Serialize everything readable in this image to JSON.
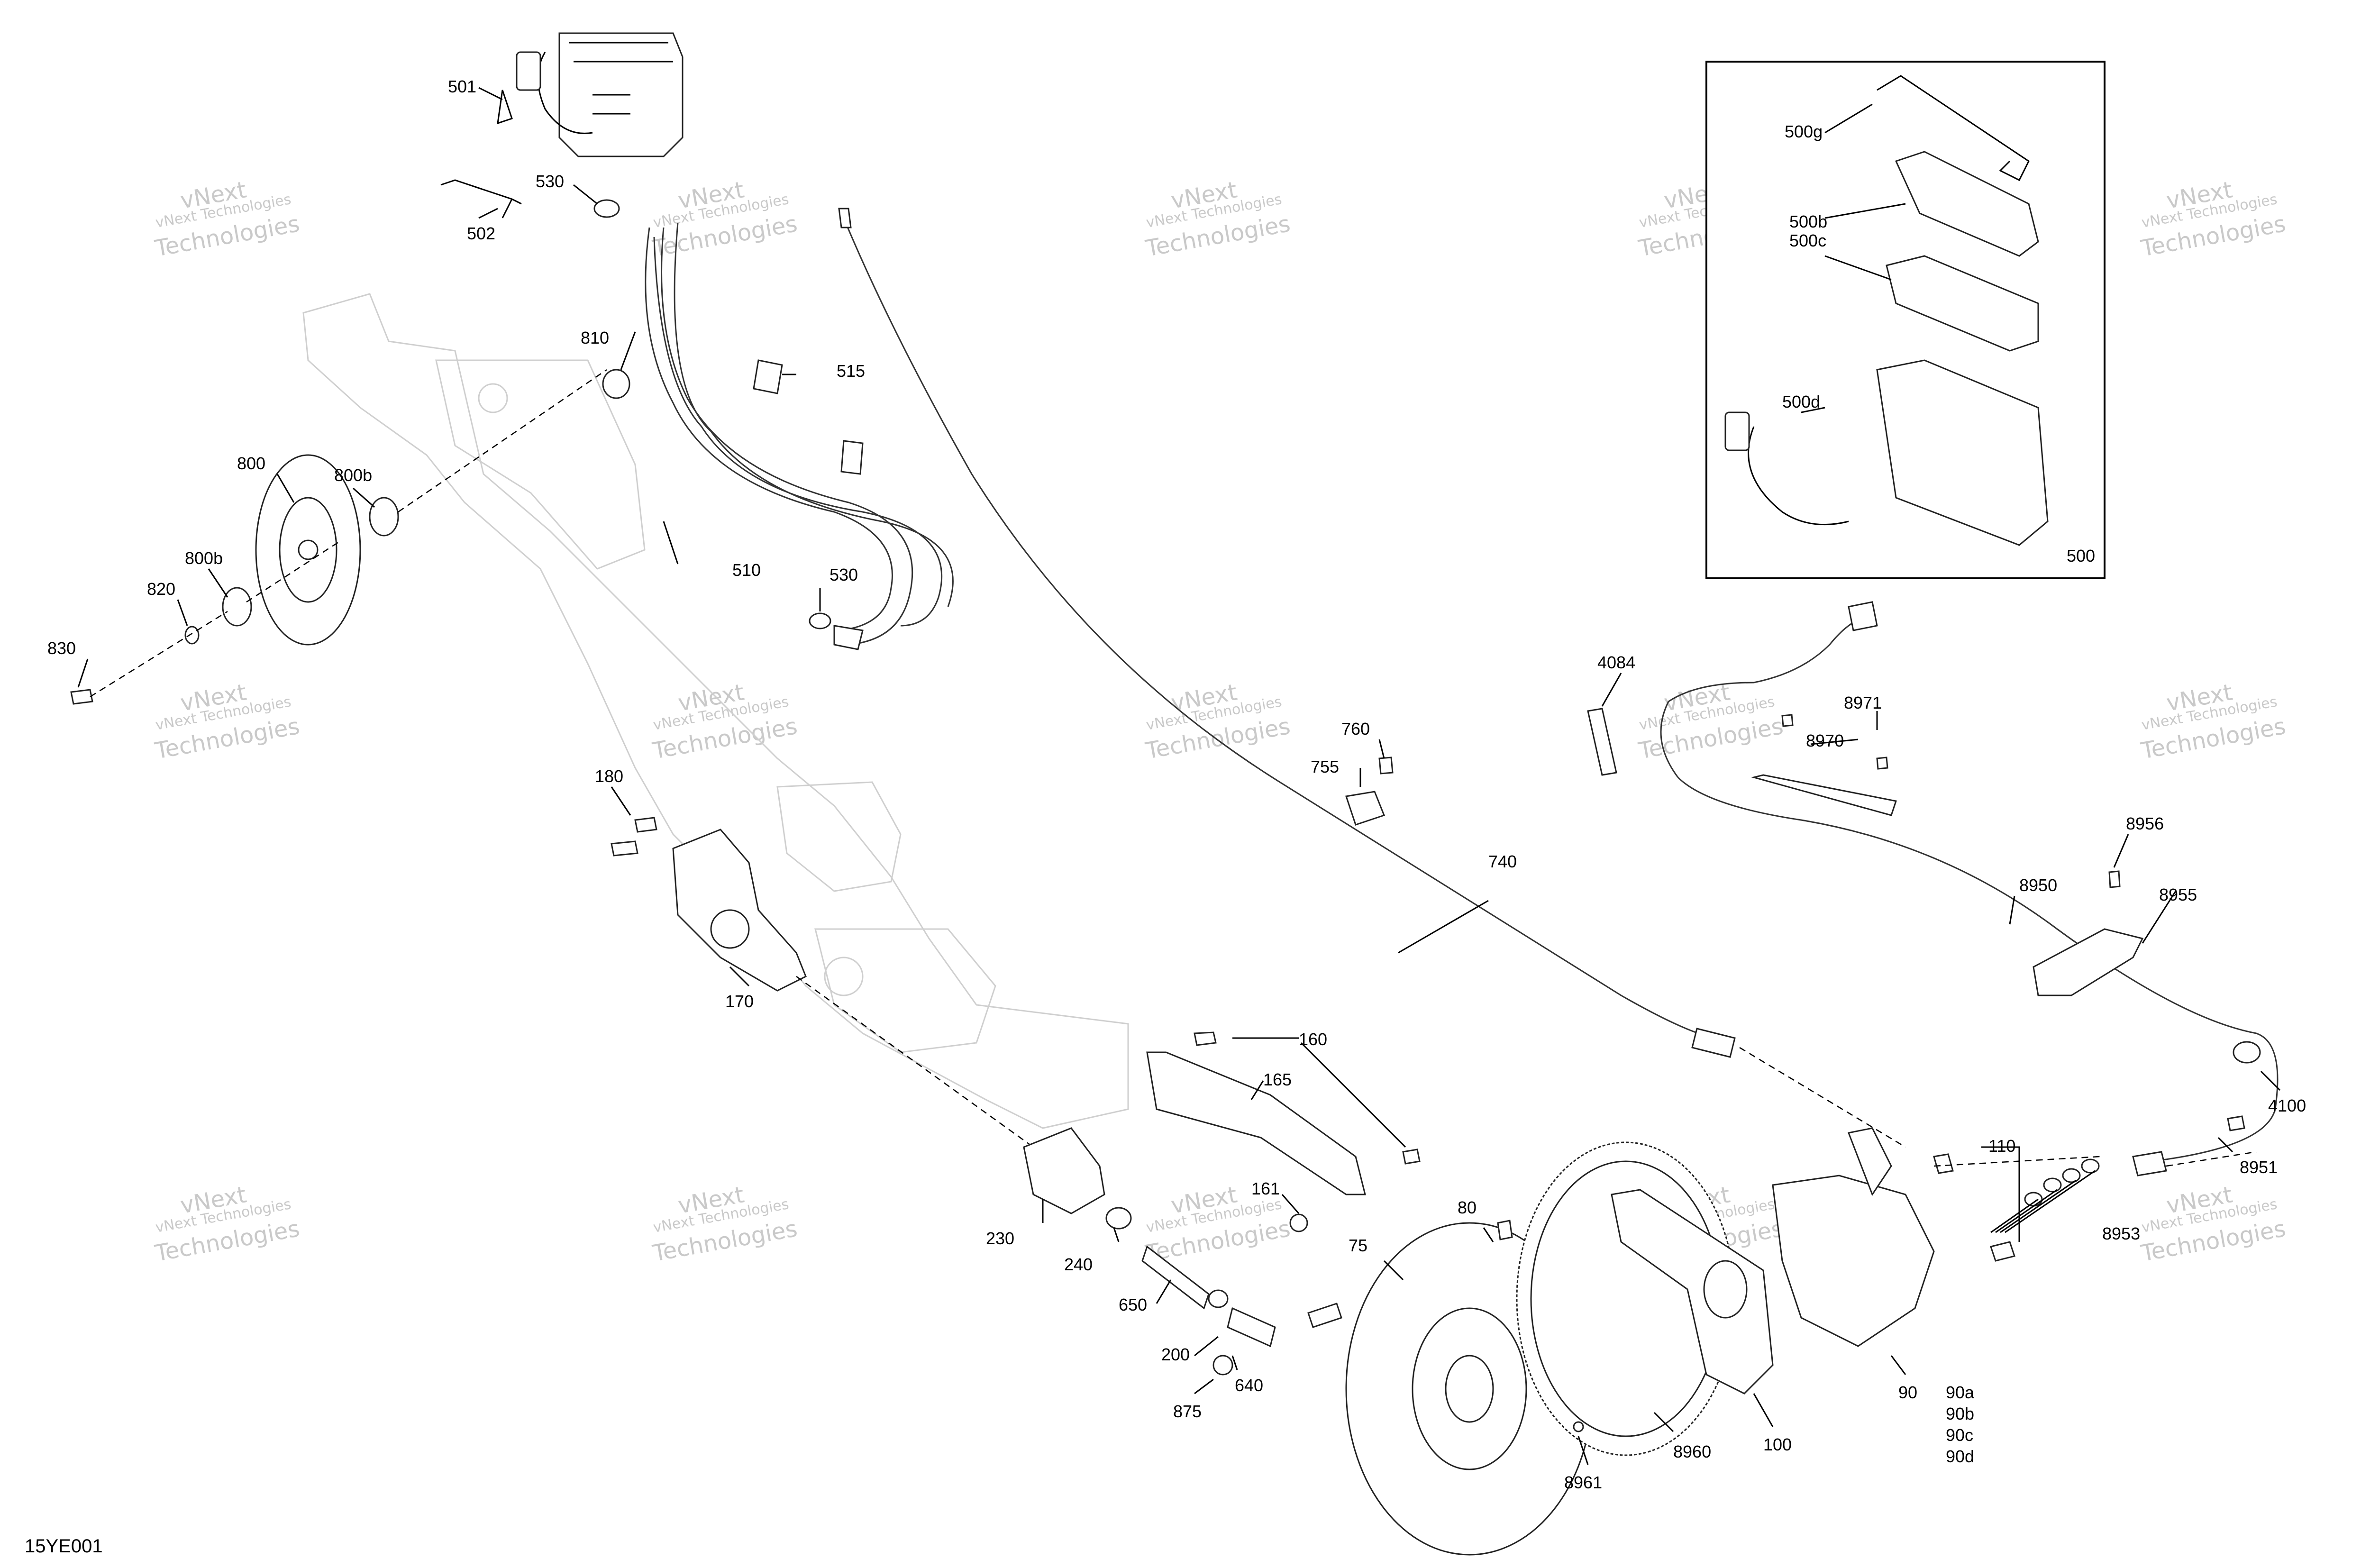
{
  "diagram_code": "15YE001",
  "watermark": {
    "line1": "vNext Technologies",
    "line2": "vNext",
    "line3": "Technologies"
  },
  "callouts": {
    "c501": "501",
    "c502": "502",
    "c530a": "530",
    "c530b": "530",
    "c510": "510",
    "c515": "515",
    "c810": "810",
    "c800": "800",
    "c800b_a": "800b",
    "c800b_b": "800b",
    "c820": "820",
    "c830": "830",
    "c180": "180",
    "c170": "170",
    "c740": "740",
    "c760": "760",
    "c755": "755",
    "c160": "160",
    "c165": "165",
    "c161": "161",
    "c230": "230",
    "c240": "240",
    "c650": "650",
    "c200": "200",
    "c640": "640",
    "c875": "875",
    "c80": "80",
    "c75": "75",
    "c8961": "8961",
    "c8960": "8960",
    "c100": "100",
    "c90": "90",
    "c90a": "90a",
    "c90b": "90b",
    "c90c": "90c",
    "c90d": "90d",
    "c110": "110",
    "c8953": "8953",
    "c8951": "8951",
    "c4100": "4100",
    "c8950": "8950",
    "c8955": "8955",
    "c8956": "8956",
    "c4084": "4084",
    "c8971": "8971",
    "c8970": "8970",
    "c500g": "500g",
    "c500b": "500b",
    "c500c": "500c",
    "c500d": "500d",
    "c500": "500"
  }
}
